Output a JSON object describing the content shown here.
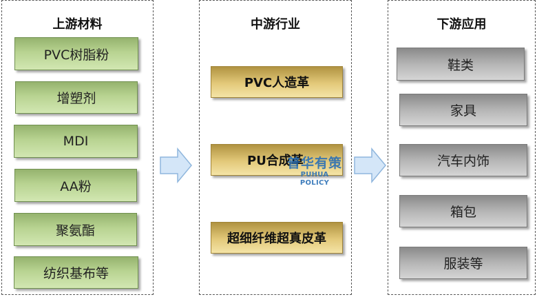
{
  "upstream": {
    "title": "上游材料",
    "items": [
      "PVC树脂粉",
      "增塑剂",
      "MDI",
      "AA粉",
      "聚氨酯",
      "纺织基布等"
    ]
  },
  "midstream": {
    "title": "中游行业",
    "items": [
      "PVC人造革",
      "PU合成革",
      "超细纤维超真皮革"
    ]
  },
  "downstream": {
    "title": "下游应用",
    "items": [
      "鞋类",
      "家具",
      "汽车内饰",
      "箱包",
      "服装等"
    ]
  },
  "watermark": {
    "cn": "普华有策",
    "en": "PUHUA POLICY"
  },
  "colors": {
    "green": "#b8d391",
    "gold": "#e3c97a",
    "gray": "#b5b5b5",
    "arrow": "#cfe3f7"
  }
}
